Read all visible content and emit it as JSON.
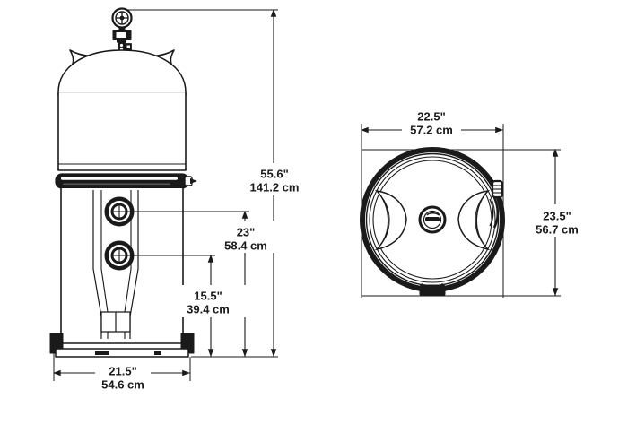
{
  "drawing": {
    "title": "Pool filter dimensional drawing",
    "background_color": "#ffffff",
    "line_color": "#1a1a1a",
    "views": [
      {
        "id": "front-view",
        "name": "Front elevation view of cartridge pool filter"
      },
      {
        "id": "top-view",
        "name": "Top plan view of cartridge pool filter"
      }
    ]
  },
  "dimensions": {
    "overall_height": {
      "name": "overall-height-dimension",
      "inches": "55.6\"",
      "centimeters": "141.2 cm"
    },
    "upper_port_height": {
      "name": "upper-port-height-dimension",
      "inches": "23\"",
      "centimeters": "58.4 cm"
    },
    "lower_port_height": {
      "name": "lower-port-height-dimension",
      "inches": "15.5\"",
      "centimeters": "39.4 cm"
    },
    "base_width": {
      "name": "base-width-dimension",
      "inches": "21.5\"",
      "centimeters": "54.6 cm"
    },
    "top_width": {
      "name": "top-view-width-dimension",
      "inches": "22.5\"",
      "centimeters": "57.2 cm"
    },
    "top_depth": {
      "name": "top-view-depth-dimension",
      "inches": "23.5\"",
      "centimeters": "56.7 cm"
    }
  },
  "components": {
    "pressure_gauge": "pressure-gauge",
    "air_relief_valve": "air-relief-valve",
    "tank_lid": "tank-lid-dome",
    "lid_handles": "lid-handle-wing",
    "clamp_band": "clamp-band",
    "clamp_latch": "clamp-band-latch",
    "inlet_port": "inlet-port-fitting",
    "outlet_port": "outlet-port-fitting",
    "tank_body": "tank-body",
    "drain_plug": "drain-plug",
    "base_pad": "base-pad",
    "base_feet": "base-foot",
    "top_ring": "top-view-outer-ring",
    "top_wings": "top-view-handle-wing",
    "top_hub": "top-view-center-hub",
    "top_latch": "top-view-clamp-latch",
    "top_foot": "top-view-foot"
  }
}
